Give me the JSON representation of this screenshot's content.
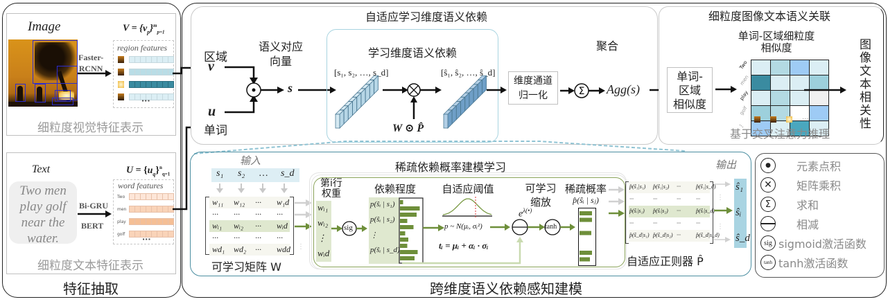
{
  "feature_extraction": {
    "title": "特征抽取",
    "image_panel": {
      "label": "Image",
      "formula": "V = {v_p}^m_p=1",
      "extractor": [
        "Faster-",
        "RCNN"
      ],
      "features_label": "region features",
      "ellipsis": "···",
      "caption": "细粒度视觉特征表示"
    },
    "text_panel": {
      "label": "Text",
      "formula": "U = {u_q}^n_q=1",
      "sentence": [
        "Two men",
        "play golf",
        "near the",
        "water."
      ],
      "extractor_top": "Bi-GRU",
      "extractor_bottom": "BERT",
      "features_label": "word features",
      "words": [
        "Two",
        "men",
        "play",
        "golf"
      ],
      "ellipsis": "···",
      "caption": "细粒度文本特征表示"
    }
  },
  "adaptive_module": {
    "title": "自适应学习维度语义依赖",
    "region_label": "区域",
    "region_symbol": "v",
    "word_label": "单词",
    "word_symbol": "u",
    "semantic_vector_label": [
      "语义对应",
      "向量"
    ],
    "semantic_vector_symbol": "s",
    "inner_title": "学习维度语义依赖",
    "input_vector": "[s₁, s₂, …, s_d]",
    "output_vector": "[ŝ₁, ŝ₂, …, ŝ_d]",
    "weight_label": "W ⊙ P̂",
    "norm_box": [
      "维度通道",
      "归一化"
    ],
    "aggregate_label": "聚合",
    "aggregate_output": "Agg(s)"
  },
  "association_module": {
    "title": "细粒度图像文本语义关联",
    "similarity_box": [
      "单词-",
      "区域",
      "相似度"
    ],
    "heatmap_title": [
      "单词-区域细粒度",
      "相似度"
    ],
    "heatmap_rows": [
      "Two",
      "men",
      "play",
      "golf",
      "⋮"
    ],
    "heatmap_cols_more": "···",
    "heatmap_values": [
      [
        "#dbeef4",
        "#b3dae3",
        "#9ecbf5",
        "#dbeef4"
      ],
      [
        "#3a8ba0",
        "#dbeef4",
        "#dbeef4",
        "#9dd0dc"
      ],
      [
        "#dbeef4",
        "#b3dae3",
        "#dbeef4",
        "#f0f0f0"
      ],
      [
        "#9dd0dc",
        "#b3dae3",
        "#ffffff",
        "#9ecbf5"
      ],
      [
        "#9ecbf5",
        "#dbeef4",
        "#4aa7be",
        "#dbeef4"
      ]
    ],
    "reasoning_caption": "基于交叉注意力推理",
    "output_label": "图像文本相关性"
  },
  "dependency_module": {
    "title": "稀疏依赖概率建模学习",
    "input_label": "输入",
    "input_items": [
      "s₁",
      "s₂",
      "…",
      "s_d"
    ],
    "matrix_rows": [
      [
        "w₁₁",
        "w₁₂",
        "···",
        "w₁d"
      ],
      [
        "···",
        "···",
        "···",
        "···"
      ],
      [
        "wᵢ₁",
        "wᵢ₂",
        "···",
        "wᵢd"
      ],
      [
        "···",
        "···",
        "···",
        "···"
      ],
      [
        "wd₁",
        "wd₂",
        "···",
        "wdd"
      ]
    ],
    "matrix_caption": "可学习矩阵 W",
    "row_weight_title": [
      "第i行",
      "权重"
    ],
    "row_weights": [
      "wᵢ₁",
      "wᵢ₂",
      "⋮",
      "wᵢd"
    ],
    "sig_label": "sig",
    "dependency_title": "依赖程度",
    "dependency_items": [
      "p(ŝᵢ | s₁)",
      "p(ŝᵢ | s₂)",
      "⋮",
      "p(ŝᵢ | s_d)"
    ],
    "dependency_bars": [
      0.15,
      0.95,
      0.8,
      0.35,
      0.65,
      0.25,
      0.4,
      0.35,
      0.85,
      0.7
    ],
    "threshold_title": "自适应阈值",
    "threshold_dist": "p ~ N(μᵢ, σᵢ²)",
    "threshold_formula": "tᵢ = μᵢ + αᵢ · σᵢ",
    "scale_title": [
      "可学习",
      "缩放"
    ],
    "scale_exp": "e^λ(·)",
    "tanh_label": "tanh",
    "sparse_title": "稀疏概率",
    "sparse_symbol": "p̂(ŝᵢ | sⱼ)",
    "sparse_bars": [
      0.9,
      0.9,
      0.0,
      0.85,
      0.0,
      0.0,
      0.9,
      0.75
    ],
    "regularizer_rows": [
      [
        "p̂(ŝ₁|s₁)",
        "p̂(ŝ₁|s₂)",
        "···",
        "p̂(ŝ₁|s_d)"
      ],
      [
        "···",
        "···",
        "···",
        "···"
      ],
      [
        "p̂(ŝᵢ|s₁)",
        "p̂(ŝᵢ|s₂)",
        "···",
        "p̂(ŝᵢ|s_d)"
      ],
      [
        "···",
        "···",
        "···",
        "···"
      ],
      [
        "p̂(ŝ_d|s₁)",
        "p̂(ŝ_d|s₂)",
        "···",
        "p̂(ŝ_d|s_d)"
      ]
    ],
    "regularizer_caption": "自适应正则器 P̂",
    "output_label": "输出",
    "output_items": [
      "ŝ₁",
      "ŝᵢ",
      "ŝ_d"
    ]
  },
  "bottom_title": "跨维度语义依赖感知建模",
  "legend": [
    {
      "symbol": "•",
      "icon": "dot-product-icon",
      "label": "元素点积"
    },
    {
      "symbol": "×",
      "icon": "matrix-product-icon",
      "label": "矩阵乘积"
    },
    {
      "symbol": "Σ",
      "icon": "sum-icon",
      "label": "求和"
    },
    {
      "symbol": "—",
      "icon": "subtract-icon",
      "label": "相减"
    },
    {
      "symbol": "sig",
      "icon": "sigmoid-icon",
      "label": "sigmoid激活函数"
    },
    {
      "symbol": "tanh",
      "icon": "tanh-icon",
      "label": "tanh激活函数"
    }
  ],
  "colors": {
    "green": "#6e8f3a",
    "green_light": "#dfe8cf",
    "teal": "#3a8ba0",
    "blue_light": "#dbeef4",
    "peach": "#f6c9a8",
    "border_teal": "#4b8ea1"
  }
}
